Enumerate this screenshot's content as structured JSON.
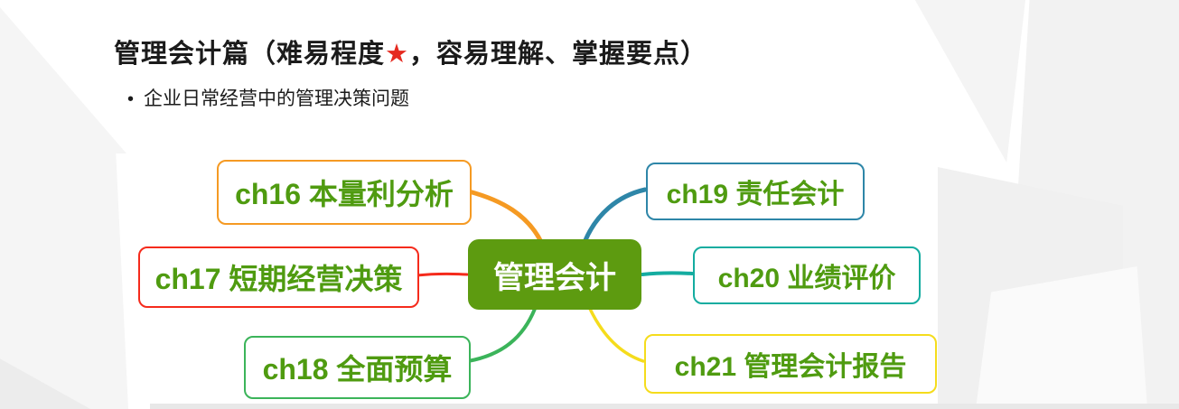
{
  "slide": {
    "title": {
      "prefix": "管理会计篇（难易程度",
      "star": "★",
      "star_color": "#E52A20",
      "suffix": "，容易理解、掌握要点）"
    },
    "bullet": {
      "marker": "•",
      "text": "企业日常经营中的管理决策问题"
    }
  },
  "mindmap": {
    "center": {
      "label": "管理会计",
      "fill_color": "#5D9B10",
      "text_color": "#FFFFFF"
    },
    "branch_text_color": "#4F9B10",
    "branches": [
      {
        "id": "ch16",
        "label": "ch16 本量利分析",
        "color": "#F59A23",
        "position": "top-left"
      },
      {
        "id": "ch17",
        "label": "ch17 短期经营决策",
        "color": "#F52B1C",
        "position": "middle-left"
      },
      {
        "id": "ch18",
        "label": "ch18 全面预算",
        "color": "#3BB45A",
        "position": "bottom-left"
      },
      {
        "id": "ch19",
        "label": "ch19 责任会计",
        "color": "#2E86A8",
        "position": "top-right"
      },
      {
        "id": "ch20",
        "label": "ch20 业绩评价",
        "color": "#14ACA0",
        "position": "middle-right"
      },
      {
        "id": "ch21",
        "label": "ch21 管理会计报告",
        "color": "#F5DC1C",
        "position": "bottom-right"
      }
    ]
  }
}
